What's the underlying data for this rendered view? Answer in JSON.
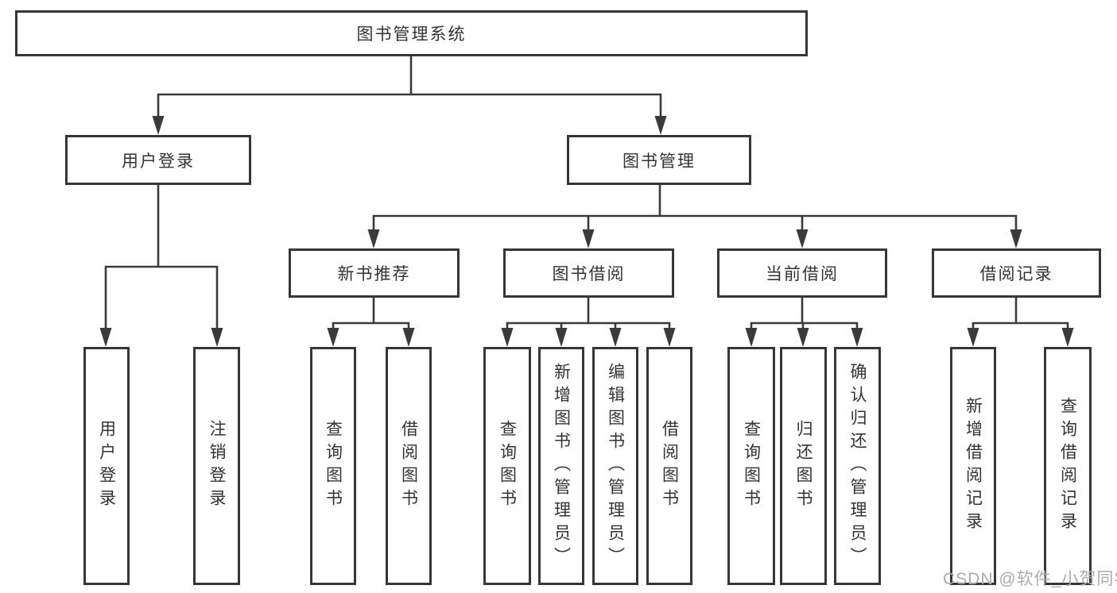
{
  "tree": {
    "label": "图书管理系统",
    "children": [
      {
        "label": "用户登录",
        "children": [
          {
            "label": "用户登录"
          },
          {
            "label": "注销登录"
          }
        ]
      },
      {
        "label": "图书管理",
        "children": [
          {
            "label": "新书推荐",
            "children": [
              {
                "label": "查询图书"
              },
              {
                "label": "借阅图书"
              }
            ]
          },
          {
            "label": "图书借阅",
            "children": [
              {
                "label": "查询图书"
              },
              {
                "label": "新增图书（管理员）"
              },
              {
                "label": "编辑图书（管理员）"
              },
              {
                "label": "借阅图书"
              }
            ]
          },
          {
            "label": "当前借阅",
            "children": [
              {
                "label": "查询图书"
              },
              {
                "label": "归还图书"
              },
              {
                "label": "确认归还（管理员）"
              }
            ]
          },
          {
            "label": "借阅记录",
            "children": [
              {
                "label": "新增借阅记录"
              },
              {
                "label": "查询借阅记录"
              }
            ]
          }
        ]
      }
    ]
  },
  "watermark": {
    "text": "CSDN @软件_小贺同学"
  },
  "colors": {
    "line": "#3a3a3a",
    "border": "#363636",
    "text": "#333333",
    "background": "#ffffff",
    "watermark": "#ababab"
  }
}
